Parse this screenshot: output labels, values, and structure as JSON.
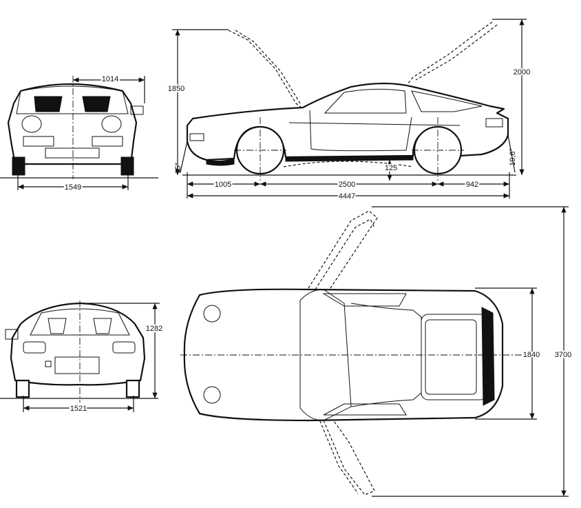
{
  "dimensions": {
    "front_half_track": "1014",
    "front_track": "1549",
    "height": "1850",
    "door_open_height": "2000",
    "front_overhang": "1005",
    "wheelbase": "2500",
    "rear_overhang": "942",
    "overall_length": "4447",
    "ground_clearance": "125",
    "approach_angle": "15°",
    "departure_angle": "19,6°",
    "rear_height": "1282",
    "rear_track": "1521",
    "body_width": "1840",
    "door_open_width": "3700"
  }
}
